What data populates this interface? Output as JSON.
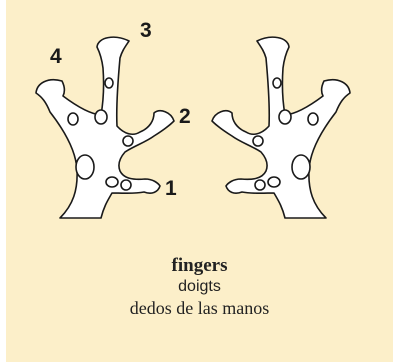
{
  "colors": {
    "panel": "#fcefc9",
    "hand_fill": "#ffffff",
    "outline": "#1a1a1a"
  },
  "finger_numbers": [
    "1",
    "2",
    "3",
    "4"
  ],
  "captions": {
    "english": "fingers",
    "french": "doigts",
    "spanish": "dedos de las manos"
  }
}
